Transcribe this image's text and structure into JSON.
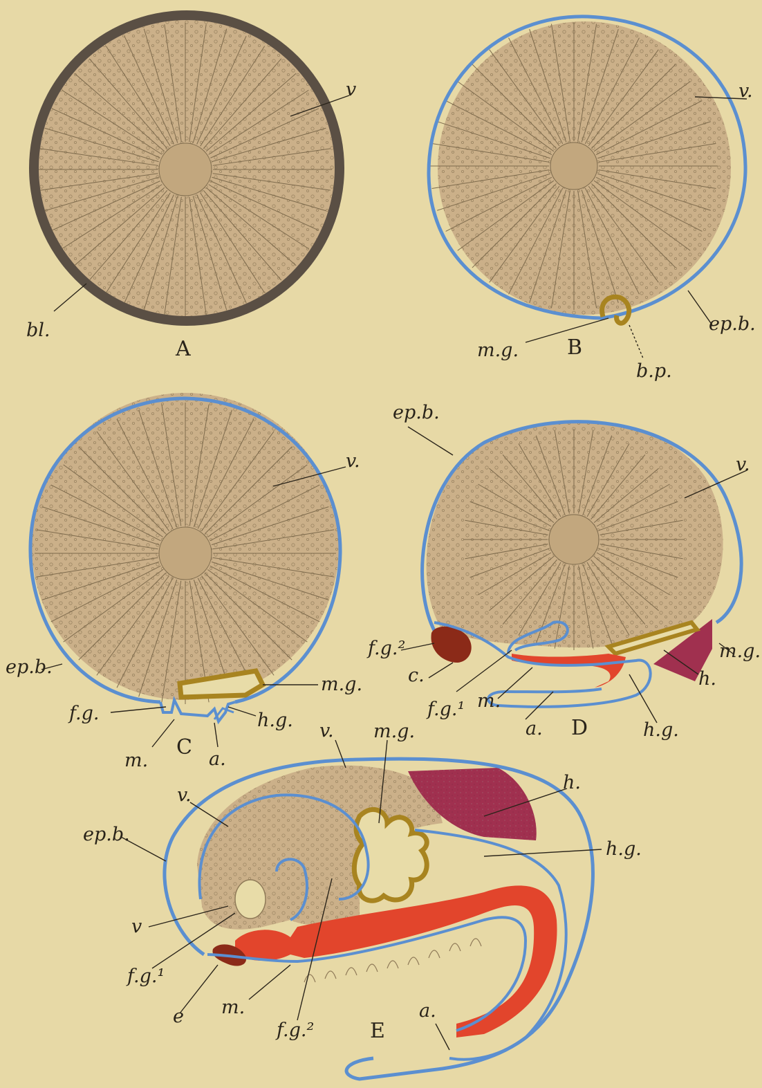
{
  "colors": {
    "paper": "#e7d9a6",
    "yolk": "#cbb089",
    "epiblast": "#5b8fd0",
    "mesenteron": "#a88420",
    "mesoblast": "#e2452c",
    "heart": "#a0304f",
    "stomodaeum": "#8b2a18"
  },
  "figures": {
    "A": {
      "caption": "A",
      "labels": {
        "v": "v",
        "bl": "bl."
      }
    },
    "B": {
      "caption": "B",
      "labels": {
        "v": "v.",
        "epb": "ep.b.",
        "mg": "m.g.",
        "bp": "b.p."
      }
    },
    "C": {
      "caption": "C",
      "labels": {
        "v": "v.",
        "epb": "ep.b.",
        "mg": "m.g.",
        "fg": "f.g.",
        "hg": "h.g.",
        "m": "m.",
        "a": "a."
      }
    },
    "D": {
      "caption": "D",
      "labels": {
        "epb": "ep.b.",
        "v": "v.",
        "fg2": "f.g.²",
        "c": "c.",
        "fg1": "f.g.¹",
        "m": "m.",
        "a": "a.",
        "hg": "h.g.",
        "h": "h.",
        "mg": "m.g."
      }
    },
    "E": {
      "caption": "E",
      "labels": {
        "v_top": "v.",
        "v_left": "v.",
        "mg": "m.g.",
        "h": "h.",
        "epb": "ep.b.",
        "hg": "h.g.",
        "v_low": "v",
        "fg1": "f.g.¹",
        "e": "e",
        "m": "m.",
        "fg2": "f.g.²",
        "a": "a."
      }
    }
  }
}
